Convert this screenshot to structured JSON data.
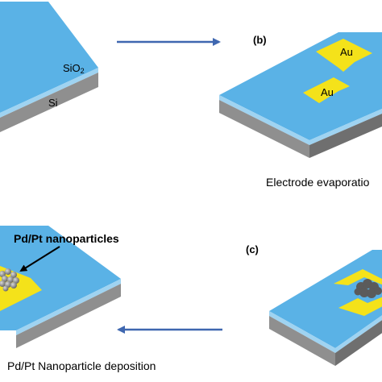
{
  "panel_a": {
    "layer_top": "SiO",
    "layer_top_sub": "2",
    "layer_bottom": "Si"
  },
  "panel_b": {
    "tag": "(b)",
    "electrode_left": "Au",
    "electrode_right": "Au",
    "caption": "Electrode evaporatio"
  },
  "panel_c": {
    "tag": "(c)"
  },
  "panel_d": {
    "particles_label": "Pd/Pt nanoparticles",
    "caption": "Pd/Pt Nanoparticle deposition"
  },
  "colors": {
    "sio2": "#5ab2e6",
    "sio2_edge": "#9fd3f1",
    "si": "#8f8f8f",
    "si_side": "#6f6f6f",
    "gold": "#f4e21a",
    "arrow": "#3f67b0",
    "particles": "#5b5b5b"
  }
}
